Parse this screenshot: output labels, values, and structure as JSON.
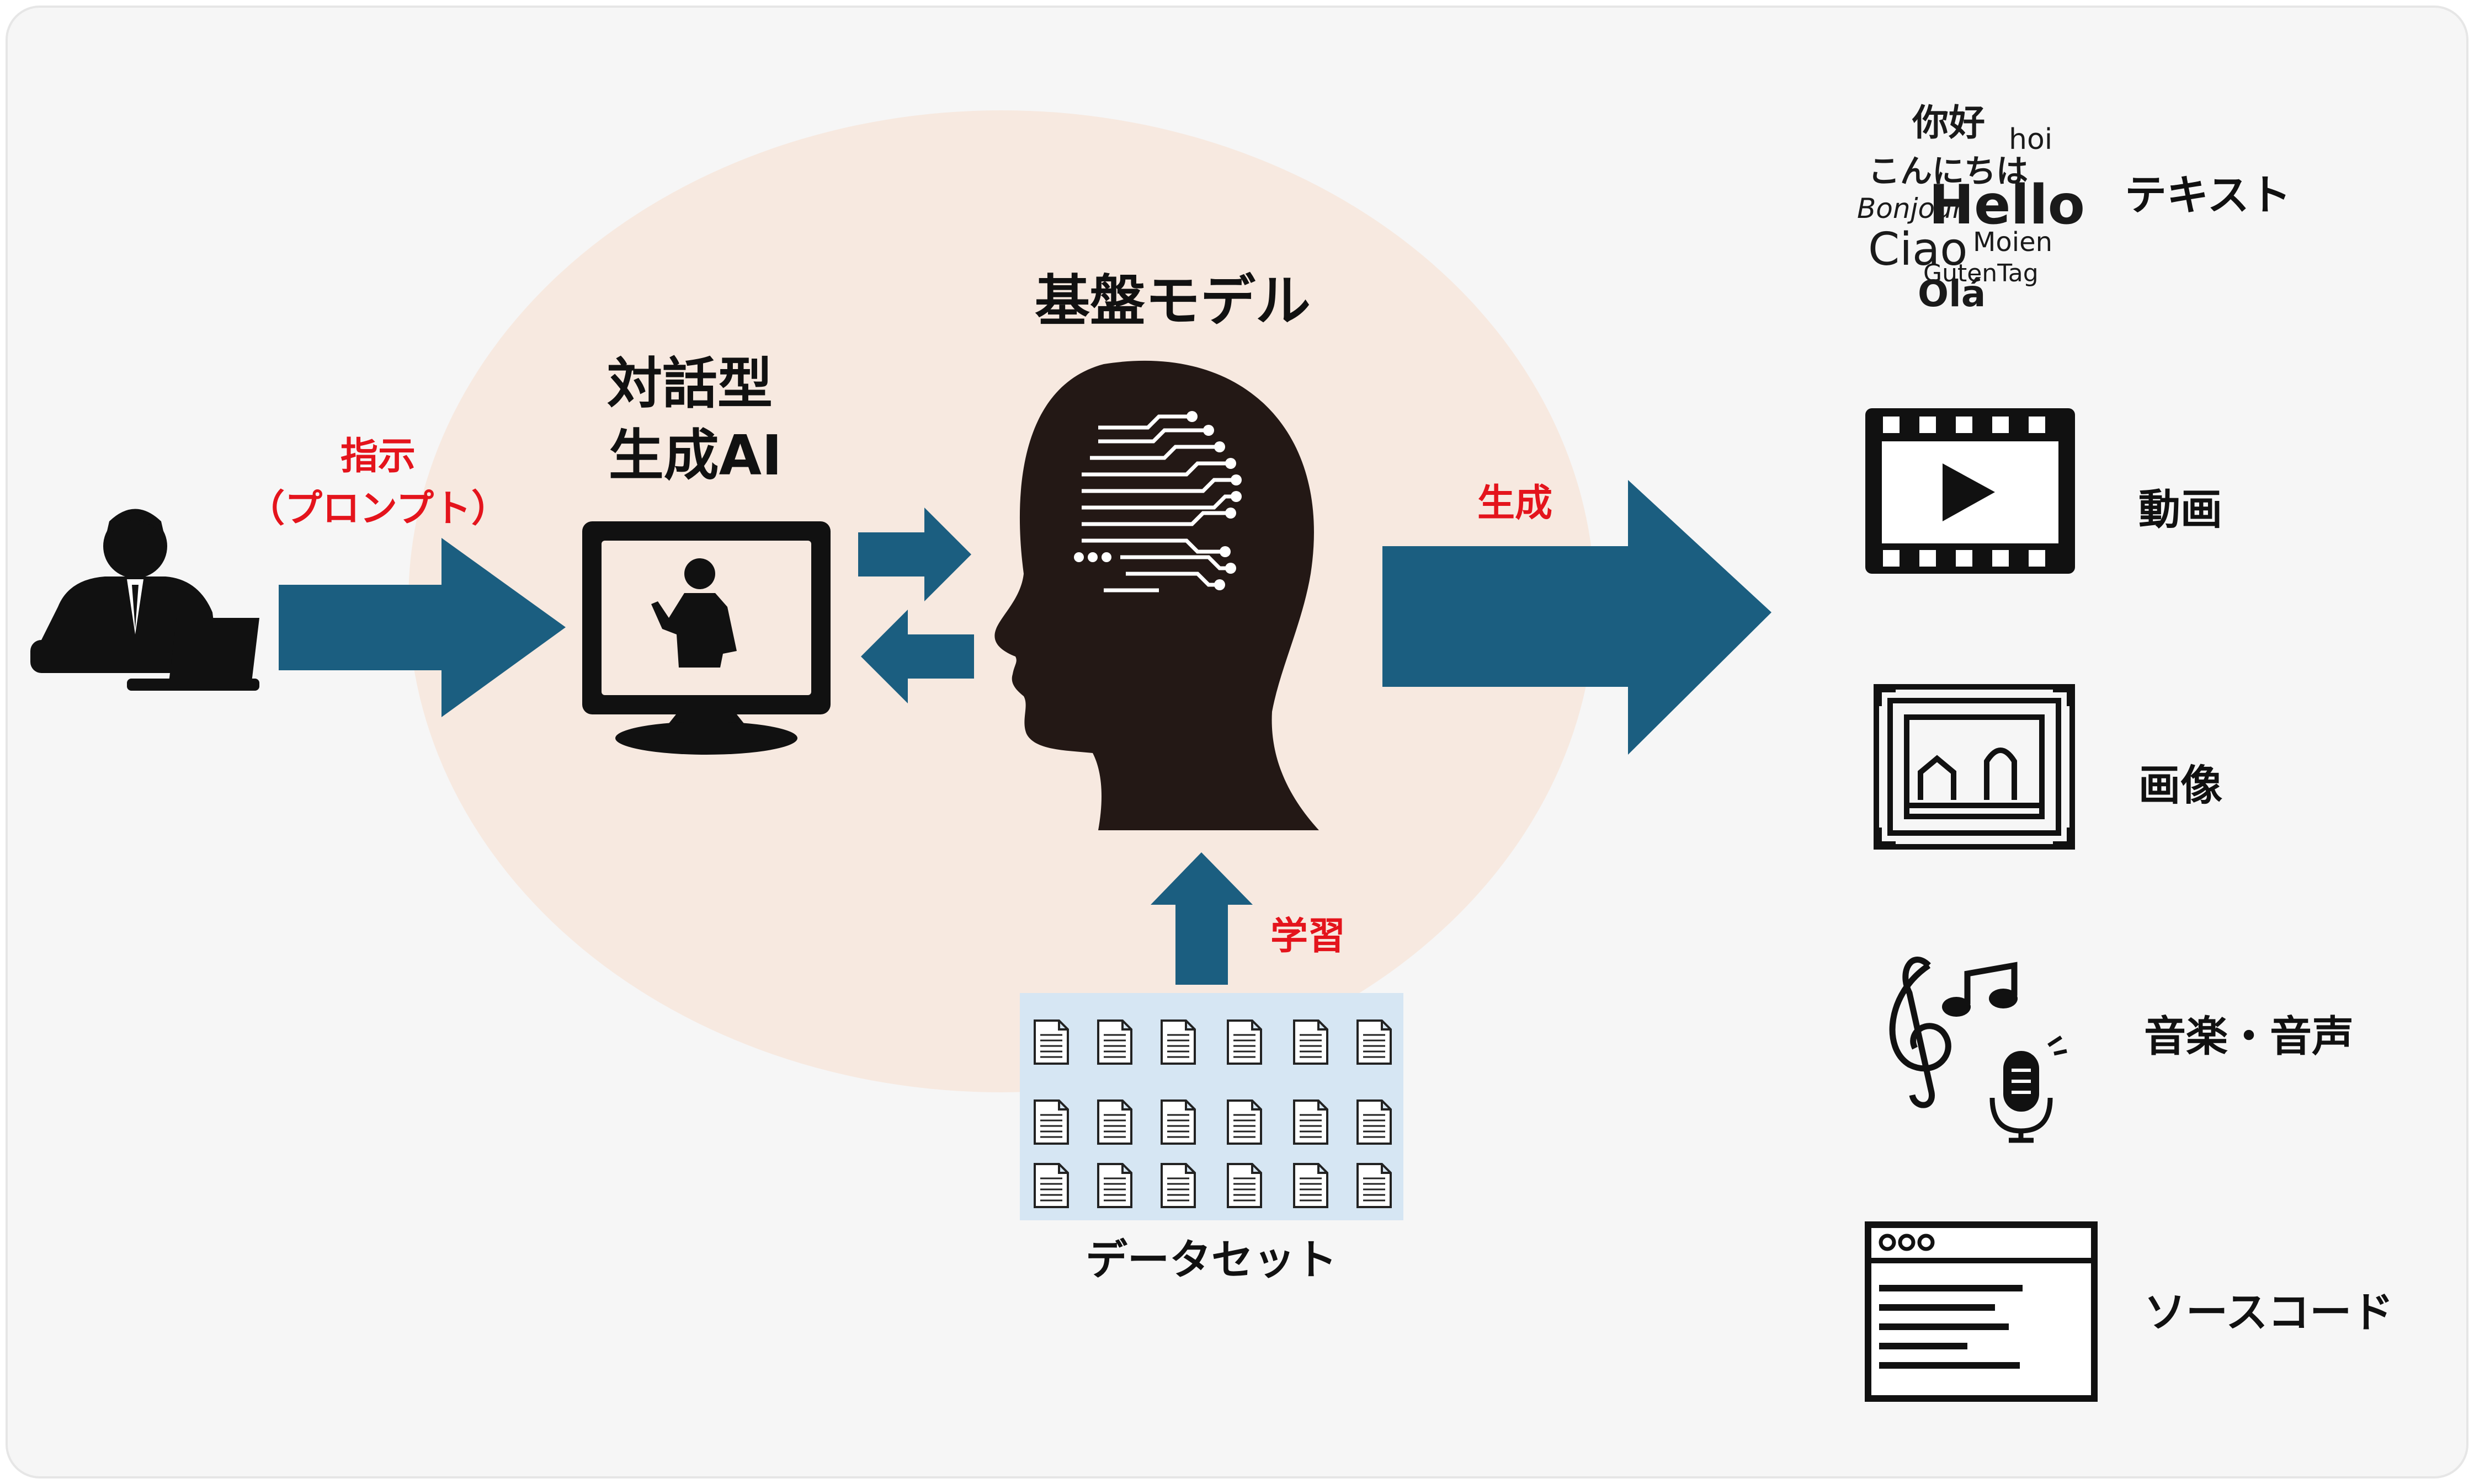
{
  "diagram": {
    "instruction_label": "指示",
    "prompt_label": "（プロンプト）",
    "chat_ai_label_line1": "対話型",
    "chat_ai_label_line2": "生成AI",
    "foundation_model_label": "基盤モデル",
    "generate_label": "生成",
    "learn_label": "学習",
    "dataset_label": "データセット"
  },
  "outputs": {
    "text": "テキスト",
    "video": "動画",
    "image": "画像",
    "audio": "音楽・音声",
    "source_code": "ソースコード"
  },
  "greeting_cloud": [
    "你好",
    "hoi",
    "こんにちは",
    "Hello",
    "Bonjour",
    "Ciao",
    "Moien",
    "GutenTag",
    "Olá"
  ],
  "colors": {
    "arrow": "#1b5e80",
    "ellipse": "#f7e9e0",
    "background": "#f6f6f6",
    "dataset_bg": "#d6e6f3",
    "highlight_text": "#e4141c"
  }
}
